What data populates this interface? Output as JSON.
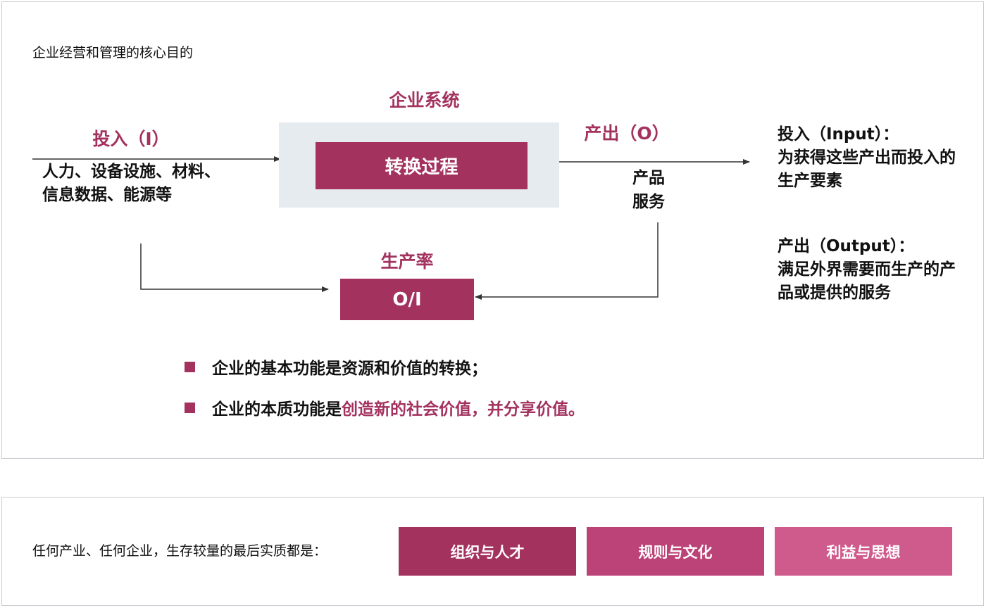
{
  "title": "企业经营和管理的核心目的",
  "diagram": {
    "system_label": "企业系统",
    "process_label": "转换过程",
    "input_label": "投入（I）",
    "input_items": [
      "人力、设备设施、材料、",
      "信息数据、能源等"
    ],
    "output_label": "产出（O）",
    "output_items": [
      "产品",
      "服务"
    ],
    "productivity_label": "生产率",
    "ratio_label": "O/I"
  },
  "definitions": {
    "input_title": "投入（Input）：",
    "input_text": "为获得这些产出而投入的生产要素",
    "output_title": "产出（Output）：",
    "output_text": "满足外界需要而生产的产品或提供的服务"
  },
  "bullets": [
    {
      "plain": "企业的基本功能是资源和价值的转换；",
      "highlight": "",
      "tail": ""
    },
    {
      "plain": "企业的本质功能是",
      "highlight": "创造新的社会价值，",
      "tail": "并分享价值。"
    }
  ],
  "bottom": {
    "text": "任何产业、任何企业，生存较量的最后实质都是：",
    "factors": [
      {
        "label": "组织与人才",
        "color": "#a3325e"
      },
      {
        "label": "规则与文化",
        "color": "#bc4377"
      },
      {
        "label": "利益与思想",
        "color": "#cf5a8c"
      }
    ]
  },
  "colors": {
    "accent": "#a3325e",
    "system_bg": "#e6ebf0",
    "arrow": "#333333"
  }
}
